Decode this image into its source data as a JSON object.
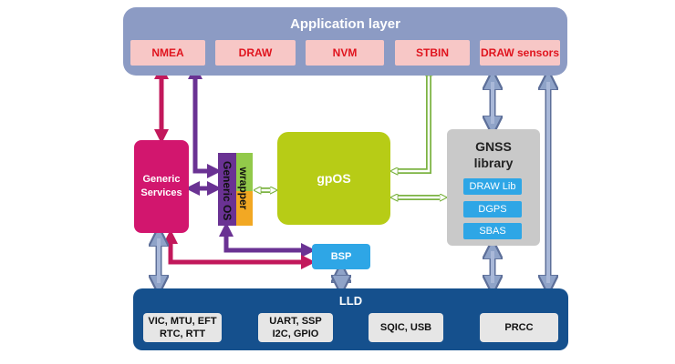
{
  "application_layer": {
    "title": "Application layer",
    "modules": [
      "NMEA",
      "DRAW",
      "NVM",
      "STBIN",
      "DRAW sensors"
    ]
  },
  "generic_services": {
    "line1": "Generic",
    "line2": "Services"
  },
  "os_wrapper": {
    "line1": "Generic OS",
    "line2": "wrapper"
  },
  "gpos": {
    "label": "gpOS"
  },
  "gnss_library": {
    "line1": "GNSS",
    "line2": "library",
    "modules": [
      "DRAW Lib",
      "DGPS",
      "SBAS"
    ]
  },
  "bsp": {
    "label": "BSP"
  },
  "lld": {
    "title": "LLD",
    "modules": [
      {
        "line1": "VIC, MTU, EFT",
        "line2": "RTC, RTT"
      },
      {
        "line1": "UART, SSP",
        "line2": "I2C, GPIO"
      },
      {
        "line1": "SQIC, USB",
        "line2": ""
      },
      {
        "line1": "PRCC",
        "line2": ""
      }
    ]
  },
  "colors": {
    "app_layer": "#8c9bc4",
    "app_module_fill": "#f7c7c6",
    "app_module_text": "#e0141e",
    "generic_services": "#d2166e",
    "wrapper_purple": "#6a3293",
    "wrapper_green": "#92c94a",
    "wrapper_orange": "#f2a823",
    "gpos": "#b7cc16",
    "gnss_library": "#c9c9c9",
    "blue_module": "#2ea6e6",
    "lld": "#15508d",
    "lld_module": "#e6e6e6",
    "arrow_magenta": "#c2185b",
    "arrow_purple": "#6a3293",
    "arrow_green": "#8bc34a",
    "arrow_grey": "#8fa3c8"
  }
}
